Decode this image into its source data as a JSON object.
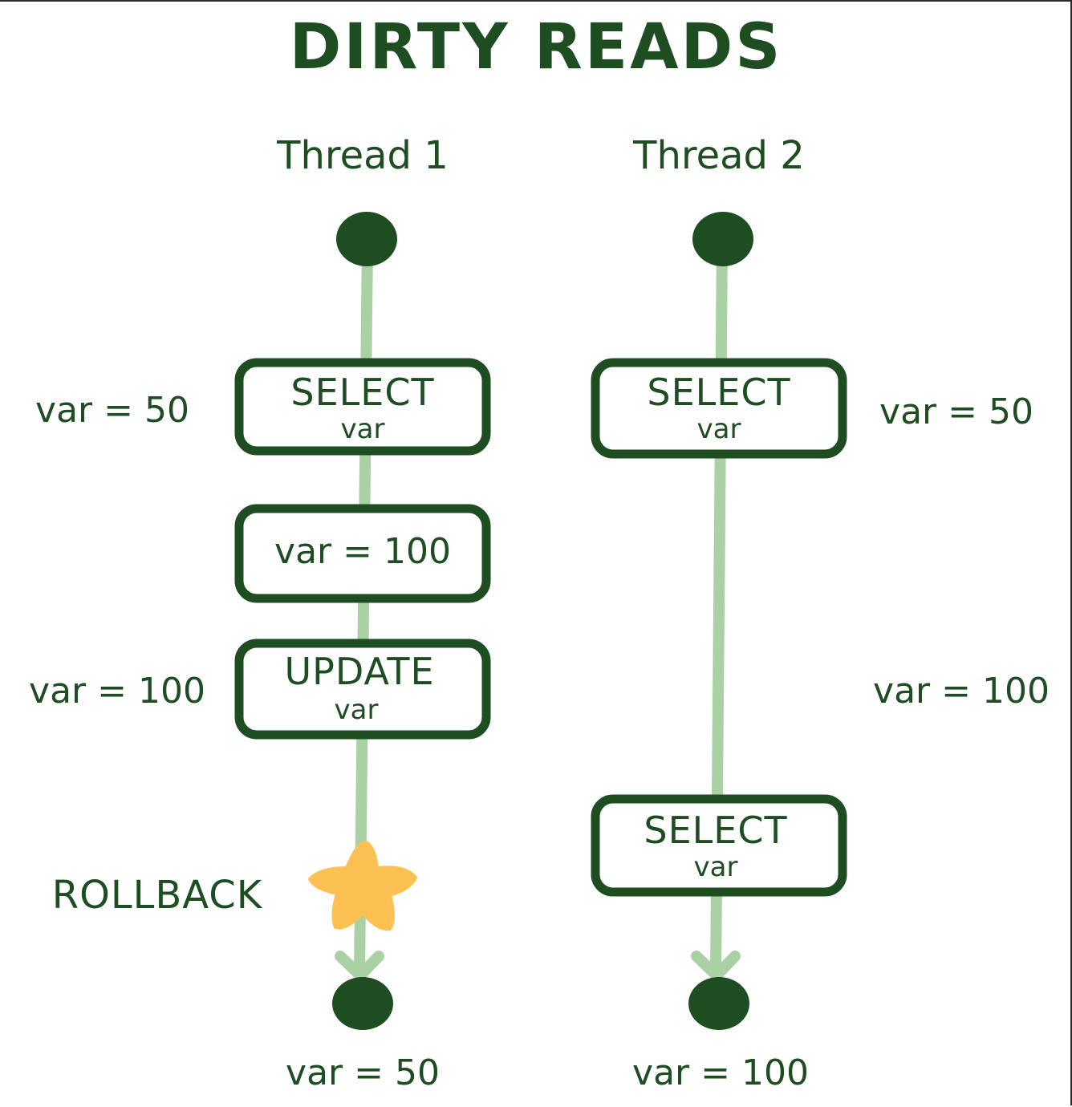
{
  "title": "DIRTY READS",
  "colors": {
    "ink": "#1e4d22",
    "line": "#a9d1a4",
    "star": "#fcc152",
    "background": "#ffffff"
  },
  "threads": [
    {
      "label": "Thread 1",
      "steps": [
        {
          "main": "SELECT",
          "sub": "var"
        },
        {
          "main": "var = 100",
          "sub": ""
        },
        {
          "main": "UPDATE",
          "sub": "var"
        }
      ],
      "side_values": [
        "var = 50",
        "var = 100"
      ],
      "event": "ROLLBACK",
      "end_value": "var = 50"
    },
    {
      "label": "Thread 2",
      "steps": [
        {
          "main": "SELECT",
          "sub": "var"
        },
        {
          "main": "SELECT",
          "sub": "var"
        }
      ],
      "side_values": [
        "var = 50",
        "var = 100"
      ],
      "end_value": "var = 100"
    }
  ]
}
